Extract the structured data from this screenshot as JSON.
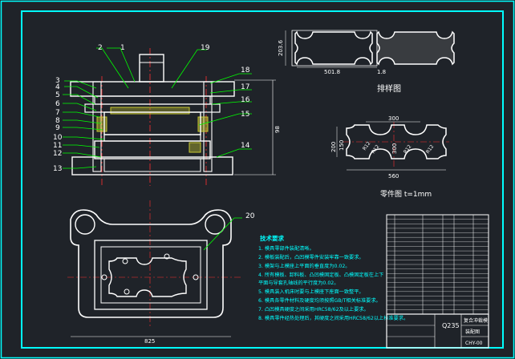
{
  "drawing": {
    "part_labels": [
      "1",
      "2",
      "3",
      "4",
      "5",
      "6",
      "7",
      "8",
      "9",
      "10",
      "11",
      "12",
      "13",
      "14",
      "15",
      "16",
      "17",
      "18",
      "19",
      "20"
    ],
    "strip_layout": {
      "title": "排样图",
      "dim_width": "501.8",
      "dim_gap": "1.8",
      "dim_height": "203.6"
    },
    "part_drawing": {
      "title": "零件图  t=1mm",
      "dim_top": "300",
      "dim_width": "560",
      "dim_height_outer": "200",
      "dim_height_inner": "150",
      "dim_right": "300",
      "radius_labels": [
        "R12",
        "R12",
        "R12",
        "R12"
      ]
    },
    "section_view": {
      "dim_height": "98"
    },
    "plan_view": {
      "dim_width": "825"
    },
    "tech_notes": {
      "heading": "技术要求",
      "items": [
        "1. 模具零部件装配清晰。",
        "2. 模板装配后，凸凹模零件安装牢靠一致要求。",
        "3. 模架与上模座上平面的垂直度为0.02。",
        "4. 所有模板、卸料板、凸凹模固定板、凸模固定板在上下",
        "   平面与导套孔轴线的平行度为0.02。",
        "5. 模具装入机床时要与上模座下座面一致整平。",
        "6. 模具各零件材料及硬度均须按照GB/T相关标准要求。",
        "7. 凸凹模具硬度之间采用HRC58/62及以上要求。",
        "8. 模具零件经热处理后，其硬度之间采用HRC58/62以上标准要求。"
      ]
    },
    "title_block": {
      "material": "Q235",
      "name": "复合冲裁模",
      "drawing_no": "CHY-00",
      "scale_label": "装配图"
    },
    "colors": {
      "background": "#1f2329",
      "frame": "#00ffff",
      "outline": "#ffffff",
      "centerline": "#ff3030",
      "hatch": "#c8c832",
      "leader": "#00ff00",
      "dims": "#ffffff"
    }
  }
}
